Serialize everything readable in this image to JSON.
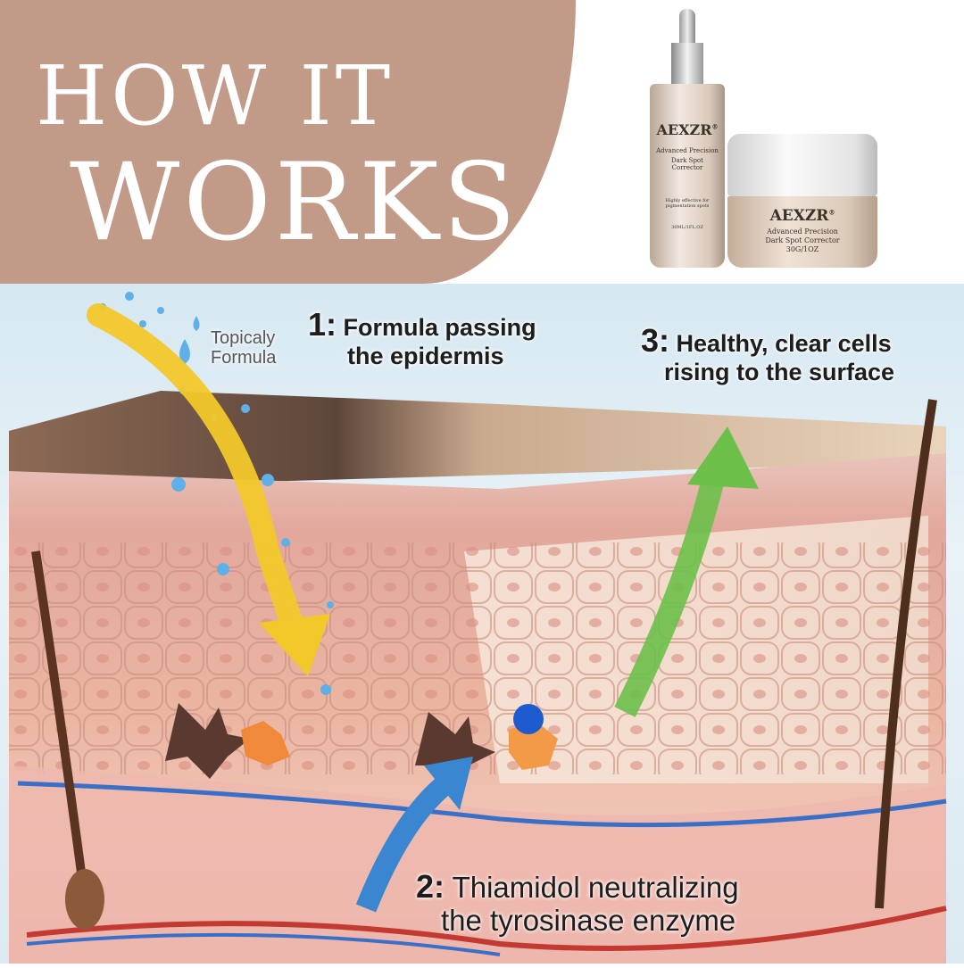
{
  "header": {
    "title_line1": "HOW IT",
    "title_line2": "WORKS"
  },
  "products": {
    "serum": {
      "brand": "AEXZR",
      "reg": "®",
      "line1": "Advanced Precision",
      "line2": "Dark Spot",
      "line3": "Corrector",
      "tagline": "Highly effective for pigmentation spots",
      "size": "30ML/1FL.OZ"
    },
    "cream": {
      "brand": "AEXZR",
      "reg": "®",
      "line1": "Advanced Precision",
      "line2": "Dark Spot Corrector",
      "size": "30G/1OZ"
    }
  },
  "diagram": {
    "topical": {
      "line1": "Topicaly",
      "line2": "Formula"
    },
    "step1": {
      "num": "1:",
      "line1": "Formula passing",
      "line2": "the epidermis"
    },
    "step2": {
      "num": "2:",
      "line1": "Thiamidol neutralizing",
      "line2": "the tyrosinase enzyme"
    },
    "step3": {
      "num": "3:",
      "line1": "Healthy, clear cells",
      "line2": "rising to the surface"
    },
    "colors": {
      "arrow1": "#f2c82a",
      "arrow2": "#3a86d0",
      "arrow3": "#6cc04a",
      "brand": "#c29a88"
    }
  }
}
